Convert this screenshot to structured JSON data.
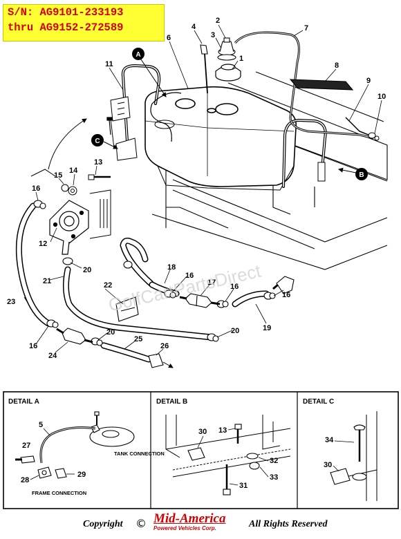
{
  "serial_box": {
    "line1": "S/N:  AG9101-233193",
    "line2": "thru AG9152-272589"
  },
  "callouts": {
    "n1": "1",
    "n2": "2",
    "n3": "3",
    "n4": "4",
    "n5": "5",
    "n6": "6",
    "n7": "7",
    "n8": "8",
    "n9": "9",
    "n10": "10",
    "n11": "11",
    "n12": "12",
    "n13": "13",
    "n14": "14",
    "n15": "15",
    "n16": "16",
    "n17": "17",
    "n18": "18",
    "n19": "19",
    "n20": "20",
    "n21": "21",
    "n22": "22",
    "n23": "23",
    "n24": "24",
    "n25": "25",
    "n26": "26",
    "n27": "27",
    "n28": "28",
    "n29": "29",
    "n30": "30",
    "n31": "31",
    "n32": "32",
    "n33": "33",
    "n34": "34"
  },
  "detail_markers": {
    "a": "A",
    "b": "B",
    "c": "C"
  },
  "watermark": "GolfCartPartsDirect",
  "details": {
    "a_title": "DETAIL A",
    "b_title": "DETAIL B",
    "c_title": "DETAIL C",
    "tank_connection": "TANK CONNECTION",
    "frame_connection": "FRAME CONNECTION"
  },
  "footer": {
    "copyright": "Copyright",
    "symbol": "©",
    "logo_name": "Mid-America",
    "logo_sub": "Powered Vehicles Corp.",
    "rights": "All Rights Reserved"
  },
  "colors": {
    "serial_bg": "#ffff33",
    "serial_text": "#d40000",
    "logo": "#d40000"
  }
}
